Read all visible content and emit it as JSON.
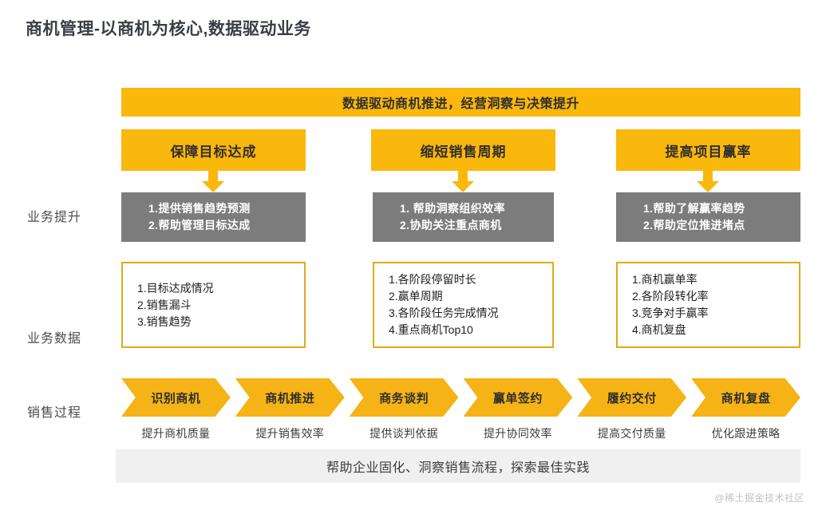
{
  "title": "商机管理-以商机为核心,数据驱动业务",
  "colors": {
    "accent_yellow": "#FAB70C",
    "chevron_yellow": "#F5B316",
    "box_border_gold": "#E0AB19",
    "gray_box": "#7C7C7C",
    "bottom_bar_gray": "#F0F0F0",
    "title_text": "#3a3f45"
  },
  "banner": {
    "text": "数据驱动商机推进，经营洞察与决策提升"
  },
  "row_labels": {
    "improve": "业务提升",
    "data": "业务数据",
    "process": "销售过程"
  },
  "columns": [
    {
      "header": "保障目标达成",
      "benefits": [
        "1.提供销售趋势预测",
        "2.帮助管理目标达成"
      ],
      "metrics": [
        "1.目标达成情况",
        "2.销售漏斗",
        "3.销售趋势"
      ]
    },
    {
      "header": "缩短销售周期",
      "benefits": [
        "1. 帮助洞察组织效率",
        "2.协助关注重点商机"
      ],
      "metrics": [
        "1.各阶段停留时长",
        "2.赢单周期",
        "3.各阶段任务完成情况",
        "4.重点商机Top10"
      ]
    },
    {
      "header": "提高项目赢率",
      "benefits": [
        "1.帮助了解赢率趋势",
        "2.帮助定位推进堵点"
      ],
      "metrics": [
        "1.商机赢单率",
        "2.各阶段转化率",
        "3.竞争对手赢率",
        "4.商机复盘"
      ]
    }
  ],
  "process_steps": [
    {
      "label": "识别商机",
      "subtitle": "提升商机质量"
    },
    {
      "label": "商机推进",
      "subtitle": "提升销售效率"
    },
    {
      "label": "商务谈判",
      "subtitle": "提供谈判依据"
    },
    {
      "label": "赢单签约",
      "subtitle": "提升协同效率"
    },
    {
      "label": "履约交付",
      "subtitle": "提高交付质量"
    },
    {
      "label": "商机复盘",
      "subtitle": "优化跟进策略"
    }
  ],
  "bottom_bar": {
    "text": "帮助企业固化、洞察销售流程，探索最佳实践"
  },
  "watermark": "@稀土掘金技术社区"
}
